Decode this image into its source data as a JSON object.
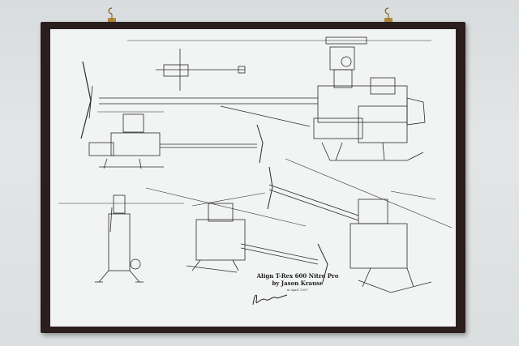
{
  "scene": "framed-blueprint-poster",
  "poster": {
    "title": "Align T-Rex 600 Nitro Pro",
    "author": "by Jason Krause",
    "date": "xi April 2007"
  },
  "colors": {
    "wall": "#dcdfe0",
    "frame": "#2b1f1d",
    "paper": "#f2f4f4",
    "ink": "#2a2a2a",
    "hook": "#b08a3a"
  }
}
